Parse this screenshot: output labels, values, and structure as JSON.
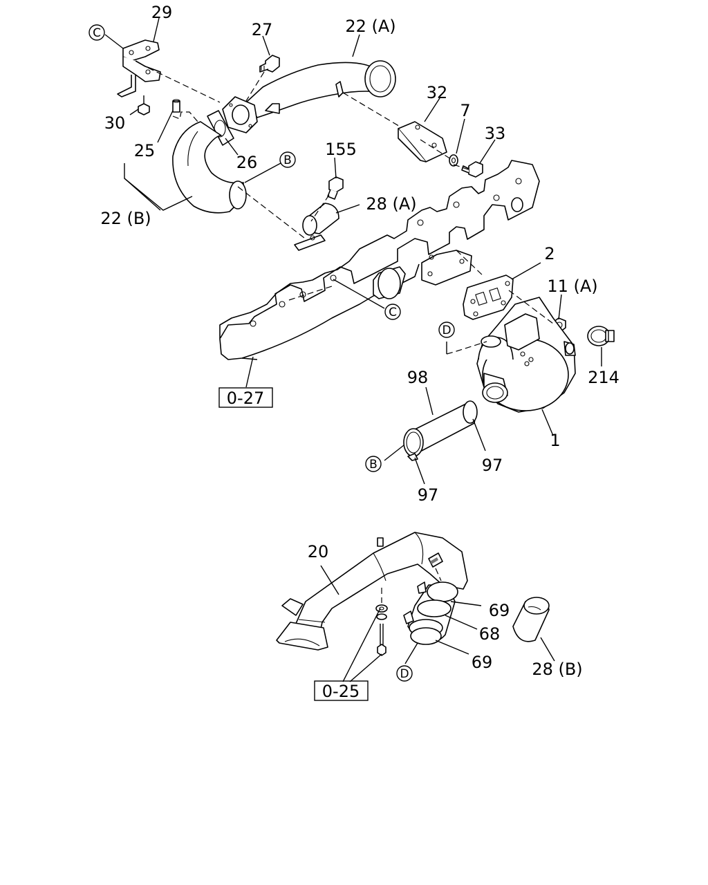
{
  "part_labels": {
    "p29": "29",
    "p27": "27",
    "p22a": "22 (A)",
    "p32": "32",
    "p7": "7",
    "p33": "33",
    "p30": "30",
    "p25": "25",
    "p26": "26",
    "p155": "155",
    "p28a": "28 (A)",
    "p22b": "22 (B)",
    "p2": "2",
    "p11a": "11 (A)",
    "p214": "214",
    "p98": "98",
    "p97_right": "97",
    "p97_bottom": "97",
    "p1": "1",
    "p20": "20",
    "p69_top": "69",
    "p68": "68",
    "p69_bottom": "69",
    "p28b": "28 (B)"
  },
  "ref_circles": {
    "c_top": "C",
    "b_top": "B",
    "c_mid": "C",
    "d_mid": "D",
    "b_bottom": "B",
    "d_bottom": "D"
  },
  "ref_boxes": {
    "box_027": "0-27",
    "box_025": "0-25"
  }
}
